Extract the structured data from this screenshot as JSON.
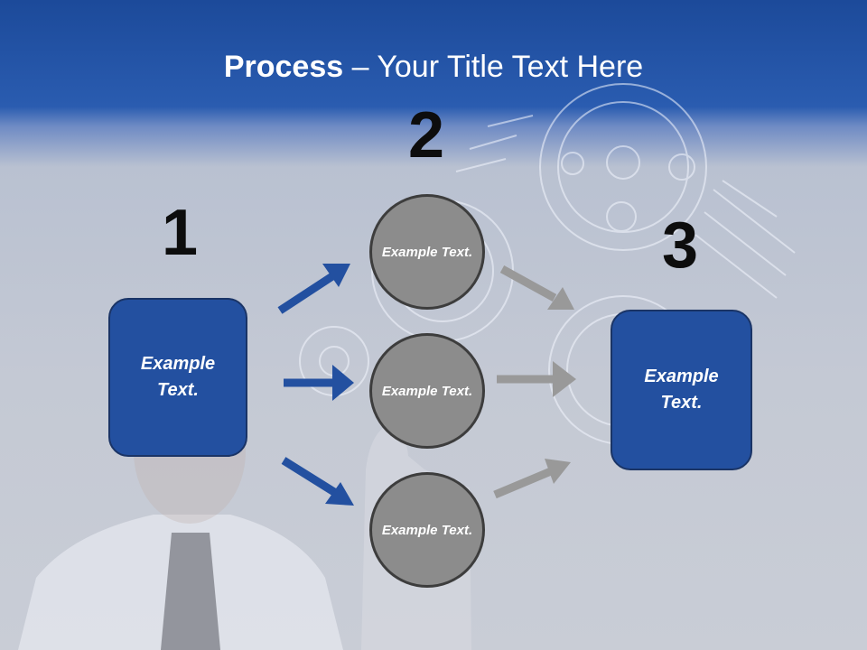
{
  "slide": {
    "title_bold": "Process",
    "title_rest": " – Your Title Text Here"
  },
  "steps": {
    "one": {
      "number": "1",
      "label": "Example Text."
    },
    "two": {
      "number": "2",
      "items": [
        {
          "label": "Example Text."
        },
        {
          "label": "Example Text."
        },
        {
          "label": "Example Text."
        }
      ]
    },
    "three": {
      "number": "3",
      "label": "Example Text."
    }
  },
  "colors": {
    "header_blue": "#2a5cb0",
    "box_blue": "#2350a0",
    "circle_gray": "#8c8c8c",
    "arrow_blue": "#2350a0",
    "arrow_gray": "#999999"
  }
}
